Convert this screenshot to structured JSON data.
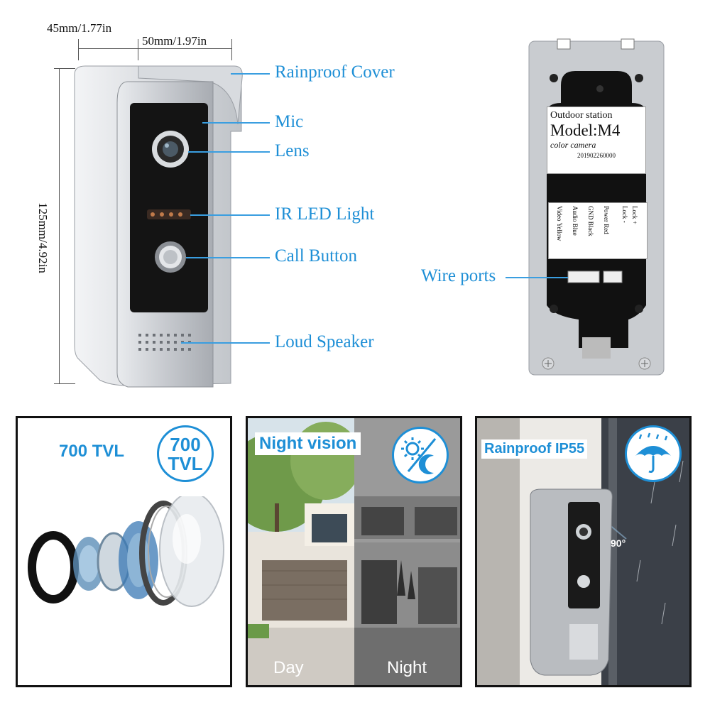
{
  "dimensions": {
    "depth": "45mm/1.77in",
    "width": "50mm/1.97in",
    "height": "125mm/4.92in"
  },
  "callouts": {
    "rainproof_cover": "Rainproof Cover",
    "mic": "Mic",
    "lens": "Lens",
    "ir_led": "IR LED Light",
    "call_button": "Call Button",
    "loud_speaker": "Loud Speaker",
    "wire_ports": "Wire ports"
  },
  "label_plate": {
    "line1": "Outdoor station",
    "line2": "Model:M4",
    "line3": "color camera",
    "serial": "201902260000"
  },
  "wire_labels": [
    "Video",
    "Yellow",
    "Audio",
    "Blue",
    "GND",
    "Black",
    "Power",
    "Red",
    "Lock -",
    "Lock +"
  ],
  "panels": {
    "resolution": {
      "title": "700 TVL",
      "badge_line1": "700",
      "badge_line2": "TVL"
    },
    "night": {
      "title": "Night vision",
      "day": "Day",
      "night": "Night"
    },
    "rain": {
      "title": "Rainproof IP55",
      "angle": "90°"
    }
  },
  "colors": {
    "accent": "#1e8fd6",
    "silver": "#c9ccd0",
    "black": "#111111"
  }
}
